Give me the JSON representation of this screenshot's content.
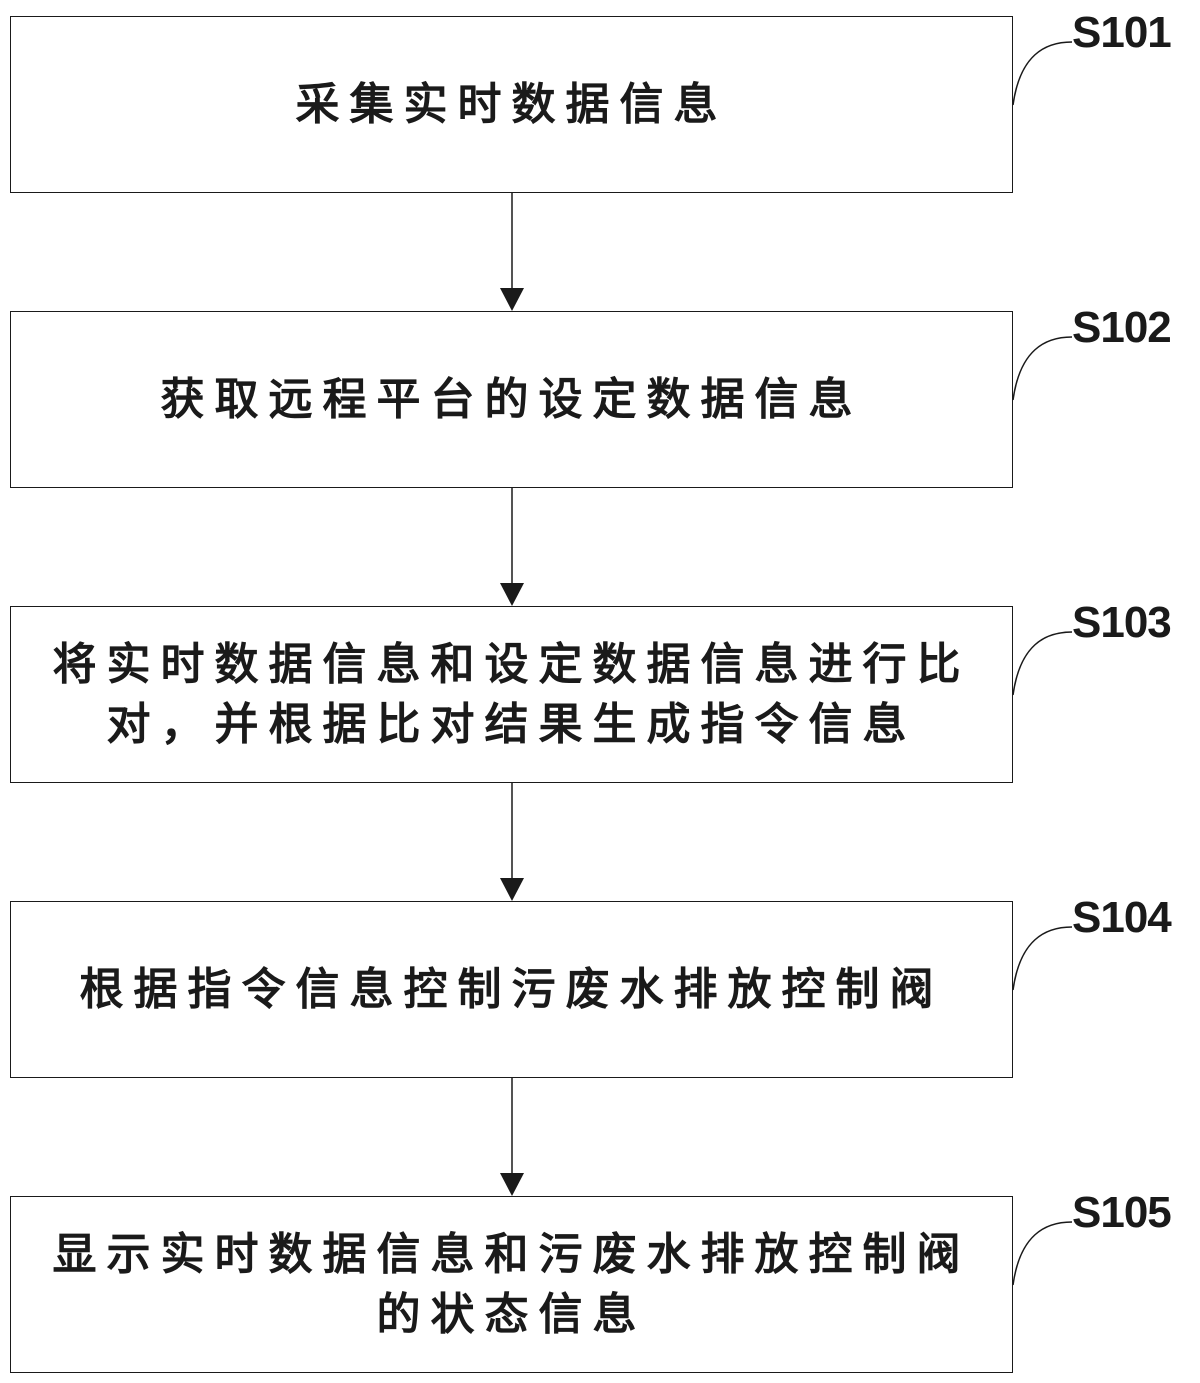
{
  "flowchart": {
    "steps": [
      {
        "id": "S101",
        "text": "采集实时数据信息"
      },
      {
        "id": "S102",
        "text": "获取远程平台的设定数据信息"
      },
      {
        "id": "S103",
        "text": "将实时数据信息和设定数据信息进行比对，并根据比对结果生成指令信息"
      },
      {
        "id": "S104",
        "text": "根据指令信息控制污废水排放控制阀"
      },
      {
        "id": "S105",
        "text": "显示实时数据信息和污废水排放控制阀的状态信息"
      }
    ],
    "line_color": "#1a1a1a"
  }
}
